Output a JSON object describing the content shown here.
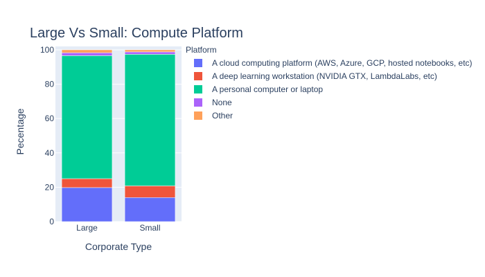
{
  "chart_data": {
    "type": "bar",
    "stacked": true,
    "title": "Large Vs Small: Compute Platform",
    "xlabel": "Corporate Type",
    "ylabel": "Pecentage",
    "categories": [
      "Large",
      "Small"
    ],
    "ylim": [
      0,
      102
    ],
    "yticks": [
      0,
      20,
      40,
      60,
      80,
      100
    ],
    "grid": true,
    "legend_title": "Platform",
    "legend_position": "right",
    "series": [
      {
        "name": "A cloud computing platform (AWS, Azure, GCP, hosted notebooks, etc)",
        "color": "#636efa",
        "values": [
          19.8,
          14.0
        ]
      },
      {
        "name": "A deep learning workstation (NVIDIA GTX, LambdaLabs, etc)",
        "color": "#ef553b",
        "values": [
          5.2,
          6.8
        ]
      },
      {
        "name": "A personal computer or laptop",
        "color": "#00cc96",
        "values": [
          71.6,
          76.6
        ]
      },
      {
        "name": "None",
        "color": "#ab63fa",
        "values": [
          1.7,
          1.4
        ]
      },
      {
        "name": "Other",
        "color": "#ffa15a",
        "values": [
          1.7,
          1.2
        ]
      }
    ]
  }
}
